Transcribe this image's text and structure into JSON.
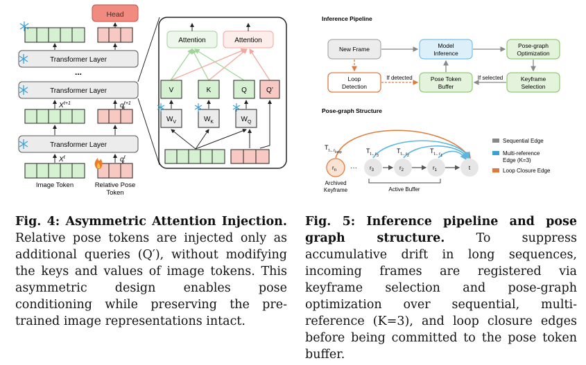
{
  "fig4": {
    "head_label": "Head",
    "transformer_label": "Transformer Layer",
    "ellipsis": "...",
    "x_next_label": "X",
    "x_next_sup": "ℓ+1",
    "q_next_label": "q",
    "q_next_sub": "k",
    "q_next_sup": "ℓ+1",
    "x_label": "X",
    "x_sup": "ℓ",
    "q_label": "q",
    "q_sub": "k",
    "q_sup": "ℓ",
    "image_token_label": "Image Token",
    "pose_token_label_line1": "Relative Pose",
    "pose_token_label_line2": "Token",
    "attention_label": "Attention",
    "v_label": "V",
    "k_label": "K",
    "q_box_label": "Q",
    "qprime_label": "Q’",
    "wv_label": "W",
    "wv_sub": "V",
    "wk_label": "W",
    "wk_sub": "K",
    "wq_label": "W",
    "wq_sub": "Q",
    "colors": {
      "green": "#d6f0d2",
      "pink": "#f8c9c2",
      "head": "#f28b7f",
      "gray": "#ececec",
      "frozen": "#3aa0d8"
    },
    "icons": [
      "snowflake-icon",
      "flame-icon"
    ]
  },
  "fig5": {
    "section1_title": "Inference Pipeline",
    "new_frame": "New Frame",
    "model_inference_line1": "Model",
    "model_inference_line2": "Inference",
    "pose_graph_opt_line1": "Pose-graph",
    "pose_graph_opt_line2": "Optimization",
    "loop_detection_line1": "Loop",
    "loop_detection_line2": "Detection",
    "if_detected": "If detected",
    "pose_token_buffer_line1": "Pose Token",
    "pose_token_buffer_line2": "Buffer",
    "if_selected": "If selected",
    "keyframe_selection_line1": "Keyframe",
    "keyframe_selection_line2": "Selection",
    "section2_title": "Pose-graph Structure",
    "node_rn": "r",
    "node_rn_sub": "n",
    "node_r3": "r",
    "node_r3_sub": "3",
    "node_r2": "r",
    "node_r2_sub": "2",
    "node_r1": "r",
    "node_r1_sub": "1",
    "node_t": "t",
    "ellipsis": "···",
    "t_loop_label": "T",
    "t_loop_sub": "t←r",
    "t_loop_subsub": "loop",
    "t_r3_label": "T",
    "t_r3_sub": "t←r",
    "t_r3_subsub": "3",
    "t_r2_label": "T",
    "t_r2_sub": "t←r",
    "t_r2_subsub": "2",
    "t_r1_label": "T",
    "t_r1_sub": "t←r",
    "t_r1_subsub": "1",
    "archived_line1": "Archived",
    "archived_line2": "Keyframe",
    "active_buffer": "Active Buffer",
    "legend": [
      {
        "label": "Sequential Edge",
        "color": "#888888"
      },
      {
        "label": "Multi-reference",
        "label2": "Edge (K=3)",
        "color": "#3aa0d8"
      },
      {
        "label": "Loop Closure Edge",
        "color": "#e07a3c"
      }
    ],
    "colors": {
      "orange": "#e07a3c",
      "blue": "#5bb6e0",
      "green": "#7bbf5a",
      "gray": "#888888"
    }
  },
  "captions": {
    "fig4_title": "Fig. 4: Asymmetric Attention Injection.",
    "fig4_body": "Relative pose tokens are injected only as additional queries (Q′), without modifying the keys and values of image tokens. This asymmetric design enables pose conditioning while preserving the pre-trained image representations intact.",
    "fig5_title": "Fig. 5: Inference pipeline and pose graph structure.",
    "fig5_body": "To suppress accumulative drift in long sequences, incoming frames are registered via keyframe selection and pose-graph optimization over sequential, multi-reference (K=3), and loop closure edges before being committed to the pose token buffer."
  }
}
